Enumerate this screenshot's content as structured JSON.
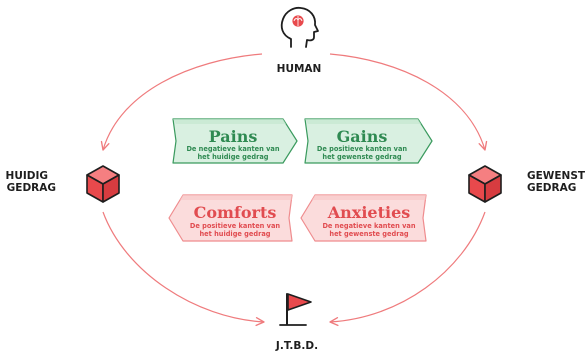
{
  "nodes": {
    "human": "HUMAN",
    "current_behavior_line1": "HUIDIG",
    "current_behavior_line2": "GEDRAG",
    "desired_behavior_line1": "GEWENST",
    "desired_behavior_line2": "GEDRAG",
    "jtbd": "J.T.B.D."
  },
  "cards": {
    "pains": {
      "title": "Pains",
      "line1": "De negatieve kanten van",
      "line2": "het huidige gedrag"
    },
    "gains": {
      "title": "Gains",
      "line1": "De positieve kanten van",
      "line2": "het gewenste gedrag"
    },
    "comforts": {
      "title": "Comforts",
      "line1": "De positieve kanten van",
      "line2": "het huidige gedrag"
    },
    "anxieties": {
      "title": "Anxieties",
      "line1": "De negatieve kanten van",
      "line2": "het gewenste gedrag"
    }
  },
  "colors": {
    "accent_red": "#e8494c",
    "arc_red": "#ef7b7d",
    "green_fill": "#d9f0e1",
    "green_stroke": "#3a9a5e",
    "green_text": "#2f8a52",
    "red_fill": "#fbdcdc",
    "red_stroke": "#ef8c8e",
    "red_text": "#e14c50",
    "text_dark": "#1e1e1e"
  },
  "icons": {
    "human": "head-brain-icon",
    "current_behavior": "cube-icon",
    "desired_behavior": "cube-icon",
    "jtbd": "flag-icon"
  }
}
